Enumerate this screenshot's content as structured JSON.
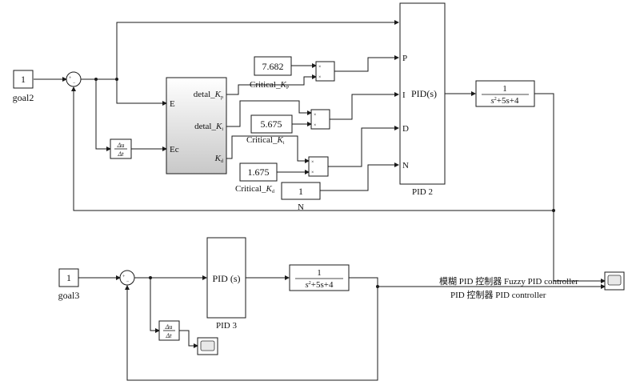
{
  "top": {
    "goal_value": "1",
    "goal_label": "goal2",
    "fuzzy": {
      "port_e": "E",
      "port_ec": "Ec",
      "out_kp_pre": "detal_",
      "out_kp_var": "K",
      "out_kp_sub": "p",
      "out_ki_pre": "detal_",
      "out_ki_var": "K",
      "out_ki_sub": "i",
      "out_kd_var": "K",
      "out_kd_sub": "d"
    },
    "deriv": {
      "num": "Δu",
      "den": "Δt"
    },
    "crit_kp": {
      "value": "7.682",
      "label_pre": "Critical_",
      "label_var": "K",
      "label_sub": "P"
    },
    "crit_ki": {
      "value": "5.675",
      "label_pre": "Critical_",
      "label_var": "K",
      "label_sub": "i"
    },
    "crit_kd": {
      "value": "1.675",
      "label_pre": "Critical_",
      "label_var": "K",
      "label_sub": "d"
    },
    "n_const": {
      "value": "1",
      "label": "N"
    },
    "pid": {
      "title": "PID(s)",
      "port_p": "P",
      "port_i": "I",
      "port_d": "D",
      "port_n": "N",
      "label": "PID 2"
    },
    "plant": {
      "num": "1",
      "den_a": "s",
      "den_exp": "2",
      "den_b": "+5s+4"
    }
  },
  "bottom": {
    "goal_value": "1",
    "goal_label": "goal3",
    "pid": {
      "title": "PID (s)",
      "label": "PID 3"
    },
    "plant": {
      "num": "1",
      "den_a": "s",
      "den_exp": "2",
      "den_b": "+5s+4"
    },
    "deriv": {
      "num": "Δu",
      "den": "Δt"
    }
  },
  "scope_labels": {
    "fuzzy": "模糊 PID  控制器 Fuzzy PID controller",
    "pid": "PID 控制器 PID controller"
  }
}
